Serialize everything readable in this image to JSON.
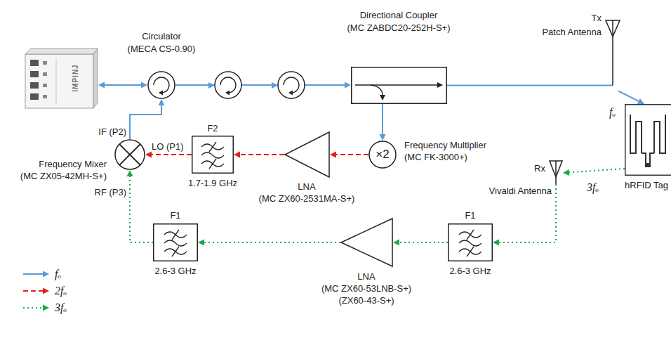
{
  "diagram": {
    "nodes": [
      {
        "text": [
          "IMPINJ"
        ]
      },
      {
        "text": [
          "Circulator",
          "(MECA CS-0.90)"
        ]
      },
      {
        "text": [
          "Directional Coupler",
          "(MC ZABDC20-252H-S+)"
        ]
      },
      {
        "text": [
          "Tx",
          "Patch Antenna"
        ]
      },
      {
        "text": [
          "hRFID Tag"
        ]
      },
      {
        "text": [
          "Rx",
          "Vivaldi Antenna"
        ]
      },
      {
        "text": [
          "F1",
          "2.6-3 GHz"
        ]
      },
      {
        "text": [
          "LNA",
          "(MC ZX60-53LNB-S+)",
          "(ZX60-43-S+)"
        ]
      },
      {
        "text": [
          "F1",
          "2.6-3 GHz"
        ]
      },
      {
        "text": [
          "Frequency Mixer",
          "(MC ZX05-42MH-S+)"
        ]
      },
      {
        "text": [
          "F2",
          "1.7-1.9 GHz"
        ]
      },
      {
        "text": [
          "LNA",
          "(MC ZX60-2531MA-S+)"
        ]
      },
      {
        "text": [
          "×2",
          "Frequency Multiplier",
          "(MC FK-3000+)"
        ]
      }
    ],
    "edges": [
      {
        "from": 0,
        "to": 1,
        "arrow": "both"
      },
      {
        "from": 1,
        "to": 2,
        "arrow": "to"
      },
      {
        "from": 2,
        "to": 3,
        "arrow": "none"
      },
      {
        "from": 3,
        "to": 4,
        "label": "fₒ",
        "arrow": "to"
      },
      {
        "from": 4,
        "to": 5,
        "label": "3fₒ",
        "arrow": "to"
      },
      {
        "from": 5,
        "to": 6,
        "arrow": "to"
      },
      {
        "from": 6,
        "to": 7,
        "arrow": "to"
      },
      {
        "from": 7,
        "to": 8,
        "arrow": "to"
      },
      {
        "from": 8,
        "to": 9,
        "arrow": "to"
      },
      {
        "from": 2,
        "to": 12,
        "arrow": "to"
      },
      {
        "from": 12,
        "to": 11,
        "arrow": "to"
      },
      {
        "from": 11,
        "to": 10,
        "arrow": "to"
      },
      {
        "from": 10,
        "to": 9,
        "arrow": "to"
      },
      {
        "from": 9,
        "to": 1,
        "arrow": "to"
      }
    ],
    "labels": [
      "IF (P2)",
      "LO (P1)",
      "RF (P3)"
    ],
    "legend": [
      {
        "text": "fₒ"
      },
      {
        "text": "2fₒ"
      },
      {
        "text": "3fₒ"
      }
    ]
  }
}
